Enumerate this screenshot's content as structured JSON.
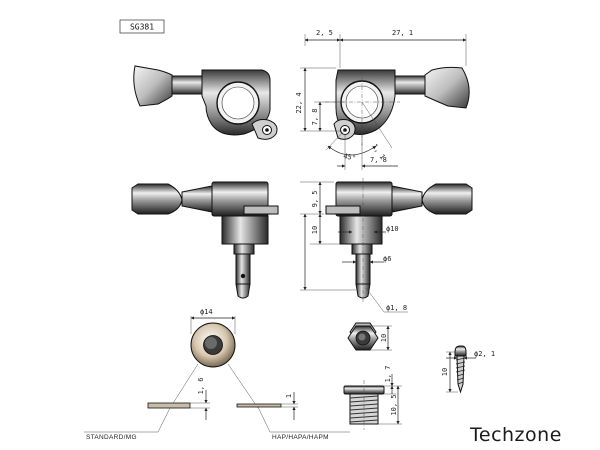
{
  "model_code": "SG381",
  "brand": "Techzone",
  "labels": {
    "standard": "STANDARD/MG",
    "hap": "HAP/HAPA/HAPM"
  },
  "dimensions": {
    "d_2_5": "2, 5",
    "d_27_1": "27, 1",
    "d_22_4": "22, 4",
    "d_7_8_v": "7, 8",
    "d_1_1": "1, 1",
    "d_45": "45°",
    "d_7_8_h": "7, 8",
    "d_9_5": "9, 5",
    "d_10_v": "10",
    "d_phi10": "ϕ10",
    "d_phi6": "ϕ6",
    "d_phi1_8": "ϕ1, 8",
    "d_phi14": "ϕ14",
    "d_1_6": "1, 6",
    "d_1": "1",
    "d_10_nut": "10",
    "d_phi2_1": "ϕ2, 1",
    "d_10_screw": "10",
    "d_1_7": "1, 7",
    "d_10_5": "10, 5"
  },
  "colors": {
    "line": "#222222",
    "chrome_dark": "#2a2a2a",
    "chrome_light": "#d9d9d9"
  }
}
